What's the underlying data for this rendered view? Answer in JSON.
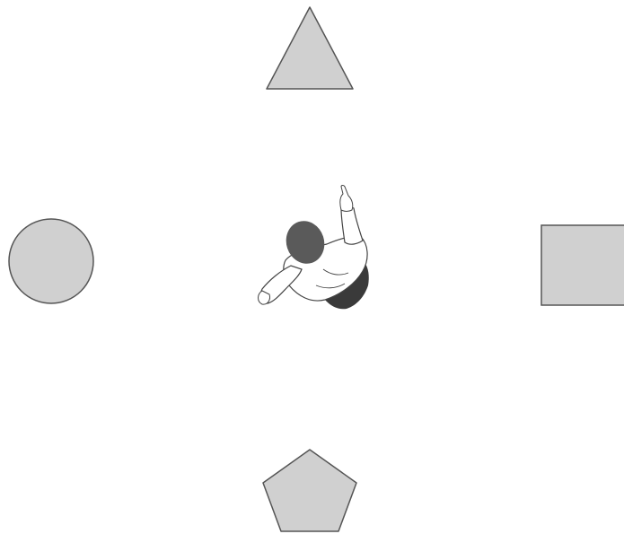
{
  "diagram": {
    "shapes": [
      {
        "name": "triangle",
        "position": "top"
      },
      {
        "name": "circle",
        "position": "left"
      },
      {
        "name": "square",
        "position": "right"
      },
      {
        "name": "pentagon",
        "position": "bottom"
      }
    ],
    "figure": {
      "name": "person",
      "view": "top-down",
      "pointing": "up"
    }
  },
  "colors": {
    "shape_fill": "#d0d0d0",
    "shape_stroke": "#555555",
    "hair": "#5a5a5a",
    "shirt": "#ffffff",
    "pants": "#3a3a3a",
    "outline": "#444444",
    "background": "#ffffff"
  }
}
